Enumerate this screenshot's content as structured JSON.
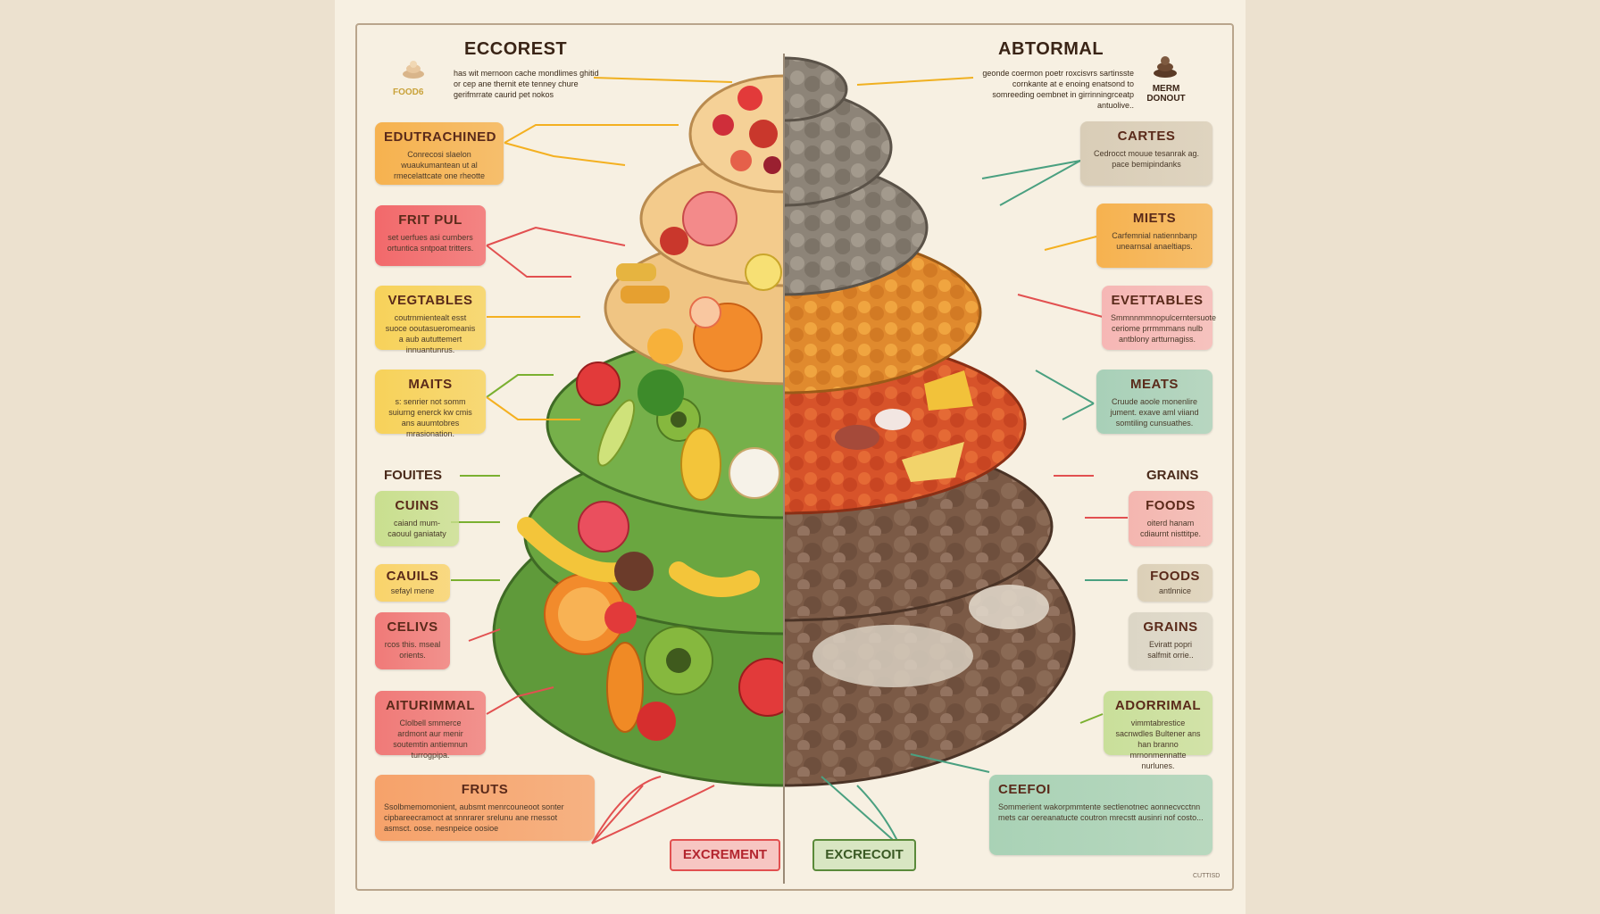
{
  "left_header": {
    "title": "ECCOREST",
    "desc": "has wit mernoon cache mondlimes ghitid or cep ane thernit ete tenney chure gerifmrrate caurid pet nokos",
    "icon_label": "FOOD6"
  },
  "right_header": {
    "title": "ABTORMAL",
    "desc": "geonde coermon poetr roxcisvrs sartinsste cornkante at e enoing enatsond to somreeding oembnet in girrinningrceatp antuolive..",
    "icon_label": "MERM DONOUT"
  },
  "left_labels": [
    {
      "title": "EDUTRACHINED",
      "desc": "Conrecosi slaelon wuaukumantean ut al rmecelattcate one rheotte",
      "color": "#f6b24f"
    },
    {
      "title": "FRIT PUL",
      "desc": "set uerfues asi cumbers ortuntica sntpoat tritters.",
      "color": "#f2696b"
    },
    {
      "title": "VEGTABLES",
      "desc": "coutrnmientealt esst suoce ooutasueromeanis a aub aututtemert innuantunrus.",
      "color": "#f7d25a"
    },
    {
      "title": "MAITS",
      "desc": "s: senrier not somm suiurng enerck kw cmis ans auumtobres mrasionation.",
      "color": "#f7d25a"
    },
    {
      "title": "CUINS",
      "desc": "caiand mum-caouul ganiataty",
      "color": "#c9df8f"
    },
    {
      "title": "CAUILS",
      "desc": "sefayl mene",
      "color": "#f9d36a"
    },
    {
      "title": "CELIVS",
      "desc": "rcos this. mseal orients.",
      "color": "#f07a78"
    },
    {
      "title": "AITURIMMAL",
      "desc": "Clolbell smmerce ardmont aur menir soutemtin antiemnun turrogpipa.",
      "color": "#f07a78"
    },
    {
      "title": "FRUTS",
      "desc": "Ssolbmemomonient, aubsmt menrcouneoot sonter cipbareecramoct at snnrarer srelunu ane rnessot asmsct. oose. nesnpeice oosioe",
      "color": "#f6a26a"
    }
  ],
  "left_plain": "FOUITES",
  "right_labels": [
    {
      "title": "CARTES",
      "desc": "Cedrocct mouue tesanrak ag. pace bemipindanks",
      "color": "#d9cdb7"
    },
    {
      "title": "MIETS",
      "desc": "Carfemnial natiennbanp unearnsal anaeltiaps.",
      "color": "#f6b24f"
    },
    {
      "title": "EVETTABLES",
      "desc": "Smmnnmmnopulcerntersuote ceriome prrmmmans nulb antblony artturnagiss.",
      "color": "#f6b7b5"
    },
    {
      "title": "MEATS",
      "desc": "Cruude aoole monenlire jument. exave aml viiand somtiling cunsuathes.",
      "color": "#a8d0b8"
    },
    {
      "title": "FOODS",
      "desc": "oiterd hanam cdiaurnt nisttitpe.",
      "color": "#f4b6b0"
    },
    {
      "title": "FOODS",
      "desc": "antlnnice",
      "color": "#dcd0b8"
    },
    {
      "title": "GRAINS",
      "desc": "Eviratt popri salfmit orrie..",
      "color": "#dcd6c6"
    },
    {
      "title": "ADORRIMAL",
      "desc": "vimmtabrestice sacnwdles Bultener ans han branno mrnonmennatte nurlunes.",
      "color": "#c9df9a"
    },
    {
      "title": "CEEFOI",
      "desc": "Sommerient wakorpmmtente sectlenotnec aonnecvcctnn mets car oereanatucte coutron mrecstt ausinri nof costo...",
      "color": "#a9d2b6"
    }
  ],
  "right_plain": "GRAINS",
  "footer": {
    "left": "EXCREMENT",
    "right": "EXCRECOIT",
    "corner": "CUTTISD"
  },
  "colors": {
    "healthy_green": "#5f9a3a",
    "poop_brown": "#7b5a46",
    "orange_layer": "#e0843a",
    "red_layer": "#d9502c",
    "dough": "#f0c583"
  }
}
